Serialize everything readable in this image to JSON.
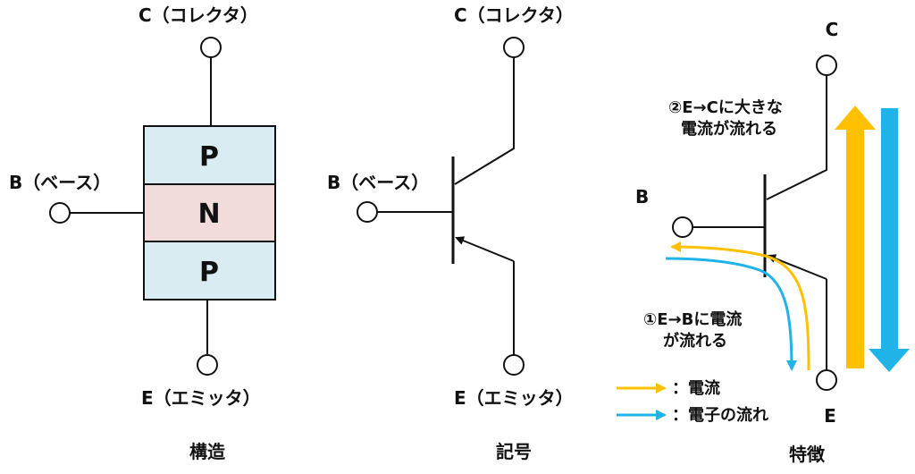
{
  "structure": {
    "label_collector": "C（コレクタ）",
    "label_base": "B（ベース）",
    "label_emitter": "E（エミッタ）",
    "layer_top": "P",
    "layer_middle": "N",
    "layer_bottom": "P",
    "caption": "構造",
    "colors": {
      "p_layer": "#d9ecf2",
      "n_layer": "#f2dcdb"
    }
  },
  "symbol": {
    "label_collector": "C（コレクタ）",
    "label_base": "B（ベース）",
    "label_emitter": "E（エミッタ）",
    "caption": "記号"
  },
  "characteristics": {
    "label_c": "C",
    "label_b": "B",
    "label_e": "E",
    "note_ec_line1": "②E→Cに大きな",
    "note_ec_line2": "電流が流れる",
    "note_eb_line1": "①E→Bに電流",
    "note_eb_line2": "が流れる",
    "legend_current": "：電流",
    "legend_electron": "：電子の流れ",
    "caption": "特徴",
    "colors": {
      "current": "#ffc000",
      "electron": "#1fb3e8"
    }
  }
}
